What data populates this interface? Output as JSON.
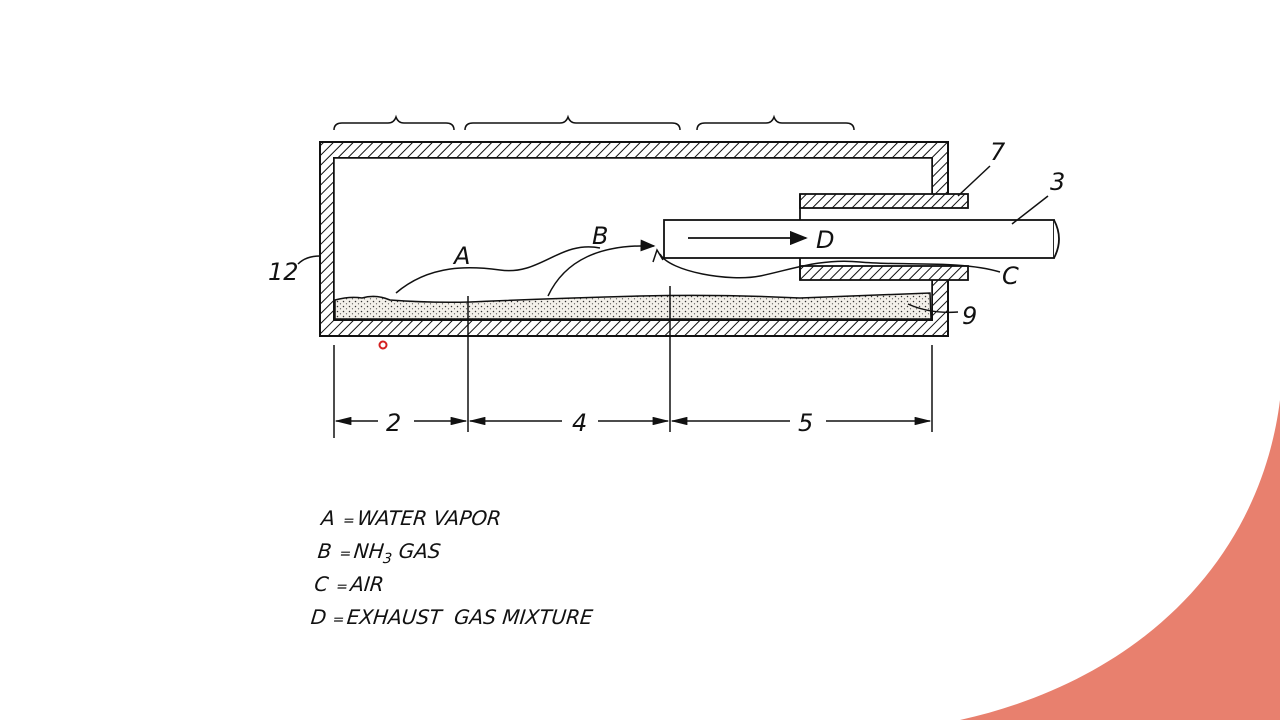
{
  "colors": {
    "background": "#ffffff",
    "accent": "#e8806e",
    "ink": "#111111"
  },
  "diagram": {
    "part_labels": {
      "p12": "12",
      "p7": "7",
      "p3": "3",
      "p9": "9",
      "pC": "C"
    },
    "flow_labels": {
      "a": "A",
      "b": "B",
      "d": "D"
    },
    "dimension_labels": {
      "d2": "2",
      "d4": "4",
      "d5": "5"
    }
  },
  "legend": {
    "items": [
      {
        "key": "A",
        "text": "WATER VAPOR"
      },
      {
        "key": "B",
        "text_pre": "NH",
        "sub": "3",
        "text_post": "GAS"
      },
      {
        "key": "C",
        "text": "AIR"
      },
      {
        "key": "D",
        "text": "EXHAUST  GAS MIXTURE"
      }
    ],
    "eq": "="
  }
}
